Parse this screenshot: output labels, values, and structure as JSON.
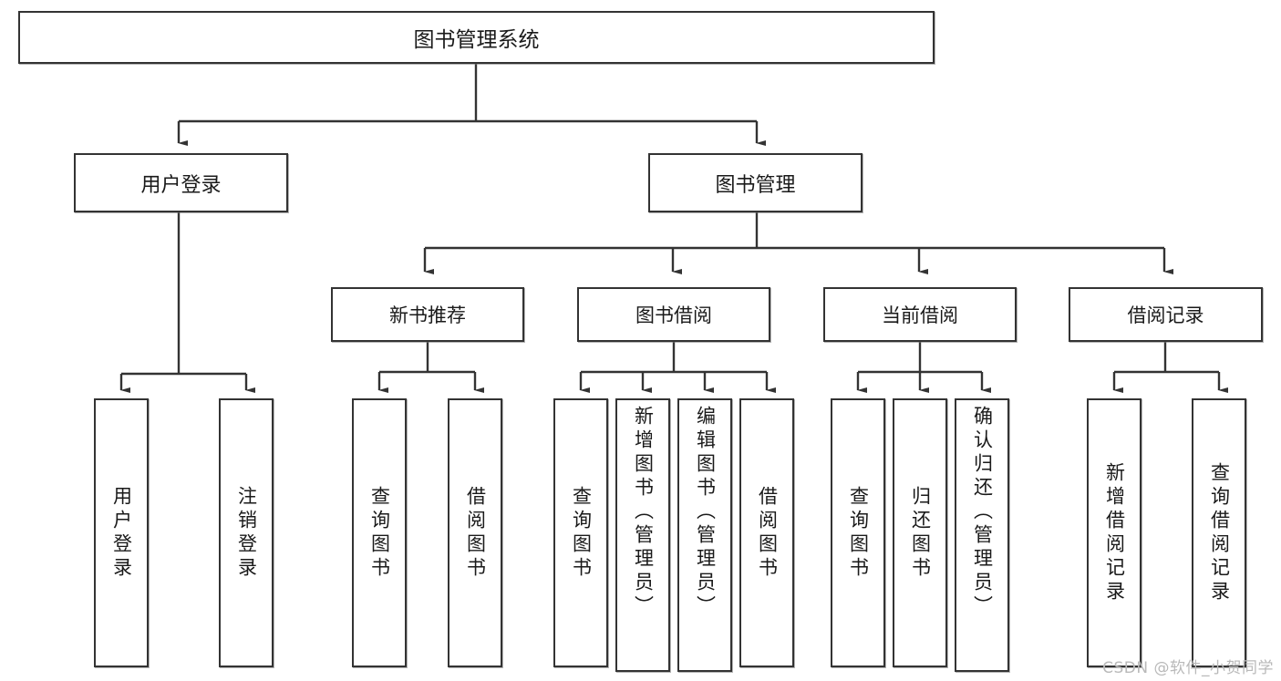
{
  "diagram": {
    "title": "图书管理系统",
    "type": "tree",
    "root": {
      "label": "图书管理系统"
    },
    "level2": [
      {
        "label": "用户登录"
      },
      {
        "label": "图书管理"
      }
    ],
    "level3": [
      {
        "label": "新书推荐"
      },
      {
        "label": "图书借阅"
      },
      {
        "label": "当前借阅"
      },
      {
        "label": "借阅记录"
      }
    ],
    "leaves": {
      "user_login": [
        {
          "label": "用户登录"
        },
        {
          "label": "注销登录"
        }
      ],
      "new_book_recommend": [
        {
          "label": "查询图书"
        },
        {
          "label": "借阅图书"
        }
      ],
      "book_borrow": [
        {
          "label": "查询图书"
        },
        {
          "label": "新增图书（管理员）"
        },
        {
          "label": "编辑图书（管理员）"
        },
        {
          "label": "借阅图书"
        }
      ],
      "current_borrow": [
        {
          "label": "查询图书"
        },
        {
          "label": "归还图书"
        },
        {
          "label": "确认归还（管理员）"
        }
      ],
      "borrow_record": [
        {
          "label": "新增借阅记录"
        },
        {
          "label": "查询借阅记录"
        }
      ]
    }
  },
  "watermark": {
    "text": "CSDN @软件_小贺同学"
  },
  "colors": {
    "box_border": "#333333",
    "box_fill": "#ffffff",
    "line": "#333333",
    "text": "#1a1a1a",
    "watermark": "#b9b9b9",
    "page_background": "#ffffff"
  }
}
